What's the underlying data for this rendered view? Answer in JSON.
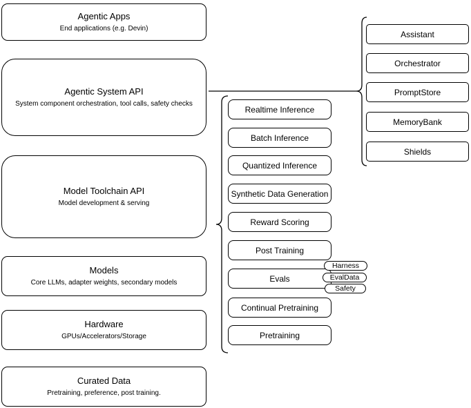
{
  "diagram": {
    "layers": [
      {
        "title": "Agentic Apps",
        "subtitle": "End applications (e.g. Devin)"
      },
      {
        "title": "Agentic System API",
        "subtitle": "System component orchestration, tool calls, safety checks"
      },
      {
        "title": "Model Toolchain API",
        "subtitle": "Model development & serving"
      },
      {
        "title": "Models",
        "subtitle": "Core LLMs, adapter weights, secondary models"
      },
      {
        "title": "Hardware",
        "subtitle": "GPUs/Accelerators/Storage"
      },
      {
        "title": "Curated Data",
        "subtitle": "Pretraining, preference, post training."
      }
    ],
    "toolchain": {
      "items": [
        "Realtime Inference",
        "Batch Inference",
        "Quantized Inference",
        "Synthetic Data Generation",
        "Reward Scoring",
        "Post Training",
        "Evals",
        "Continual Pretraining",
        "Pretraining"
      ],
      "eval_tags": [
        "Harness",
        "EvalData",
        "Safety"
      ]
    },
    "system_components": [
      "Assistant",
      "Orchestrator",
      "PromptStore",
      "MemoryBank",
      "Shields"
    ],
    "colors": {
      "stroke": "#000000",
      "fill": "#ffffff",
      "text": "#000000",
      "background": "#ffffff"
    }
  }
}
